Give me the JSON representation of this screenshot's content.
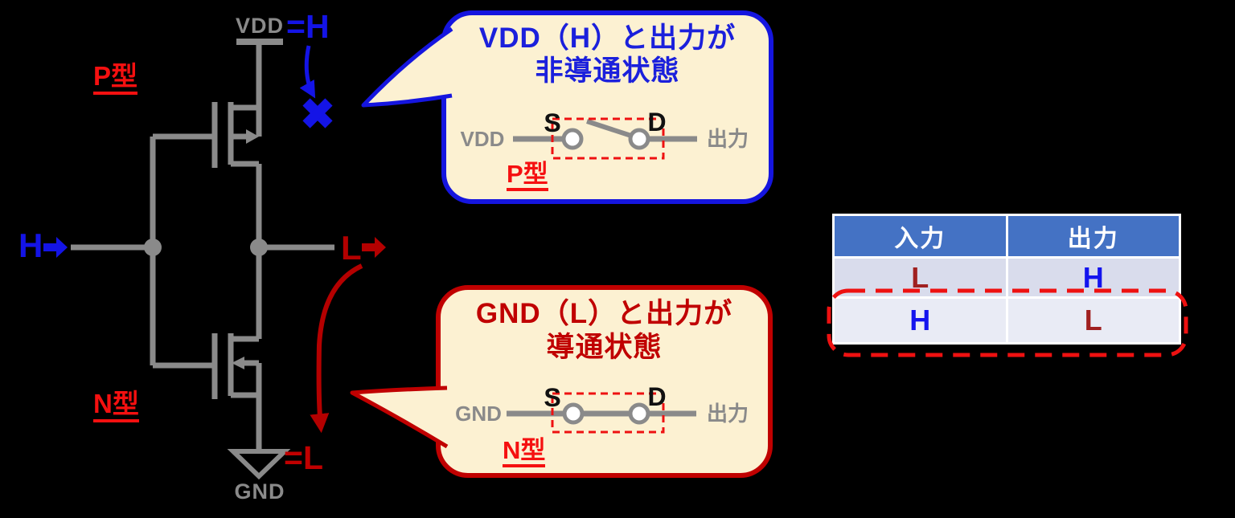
{
  "palette": {
    "background": "#000000",
    "circuit_gray": "#8a8a8a",
    "blue_accent": "#1414e6",
    "dark_red_accent": "#b40000",
    "bright_red_accent": "#f51010",
    "bubble_fill": "#fcf1d2",
    "bubble_blue_border": "#1515df",
    "bubble_red_border": "#c00000",
    "table_header_bg": "#4472c4",
    "table_row1_bg": "#d9dcec",
    "table_row2_bg": "#e9ebf5"
  },
  "icons": {
    "x_mark": "not-conducting-cross",
    "arrow_right": "signal-direction-arrow",
    "arrow_down_blue": "vdd-to-cross-arrow",
    "arrow_down_red": "output-to-gnd-arrow"
  },
  "circuit": {
    "vdd_label": "VDD",
    "gnd_label": "GND",
    "p_type_label": "P型",
    "n_type_label": "N型",
    "input_value": "H",
    "output_value": "L",
    "vdd_state": "=H",
    "gnd_state": "=L"
  },
  "callout_pmos": {
    "title_line1": "VDD（H）と出力が",
    "title_line2": "非導通状態",
    "type_label": "P型",
    "switch": {
      "left_label": "VDD",
      "source_label": "S",
      "drain_label": "D",
      "right_label": "出力"
    }
  },
  "callout_nmos": {
    "title_line1": "GND（L）と出力が",
    "title_line2": "導通状態",
    "type_label": "N型",
    "switch": {
      "left_label": "GND",
      "source_label": "S",
      "drain_label": "D",
      "right_label": "出力"
    }
  },
  "truth_table": {
    "headers": [
      "入力",
      "出力"
    ],
    "rows": [
      {
        "input": "L",
        "output": "H"
      },
      {
        "input": "H",
        "output": "L"
      }
    ]
  }
}
